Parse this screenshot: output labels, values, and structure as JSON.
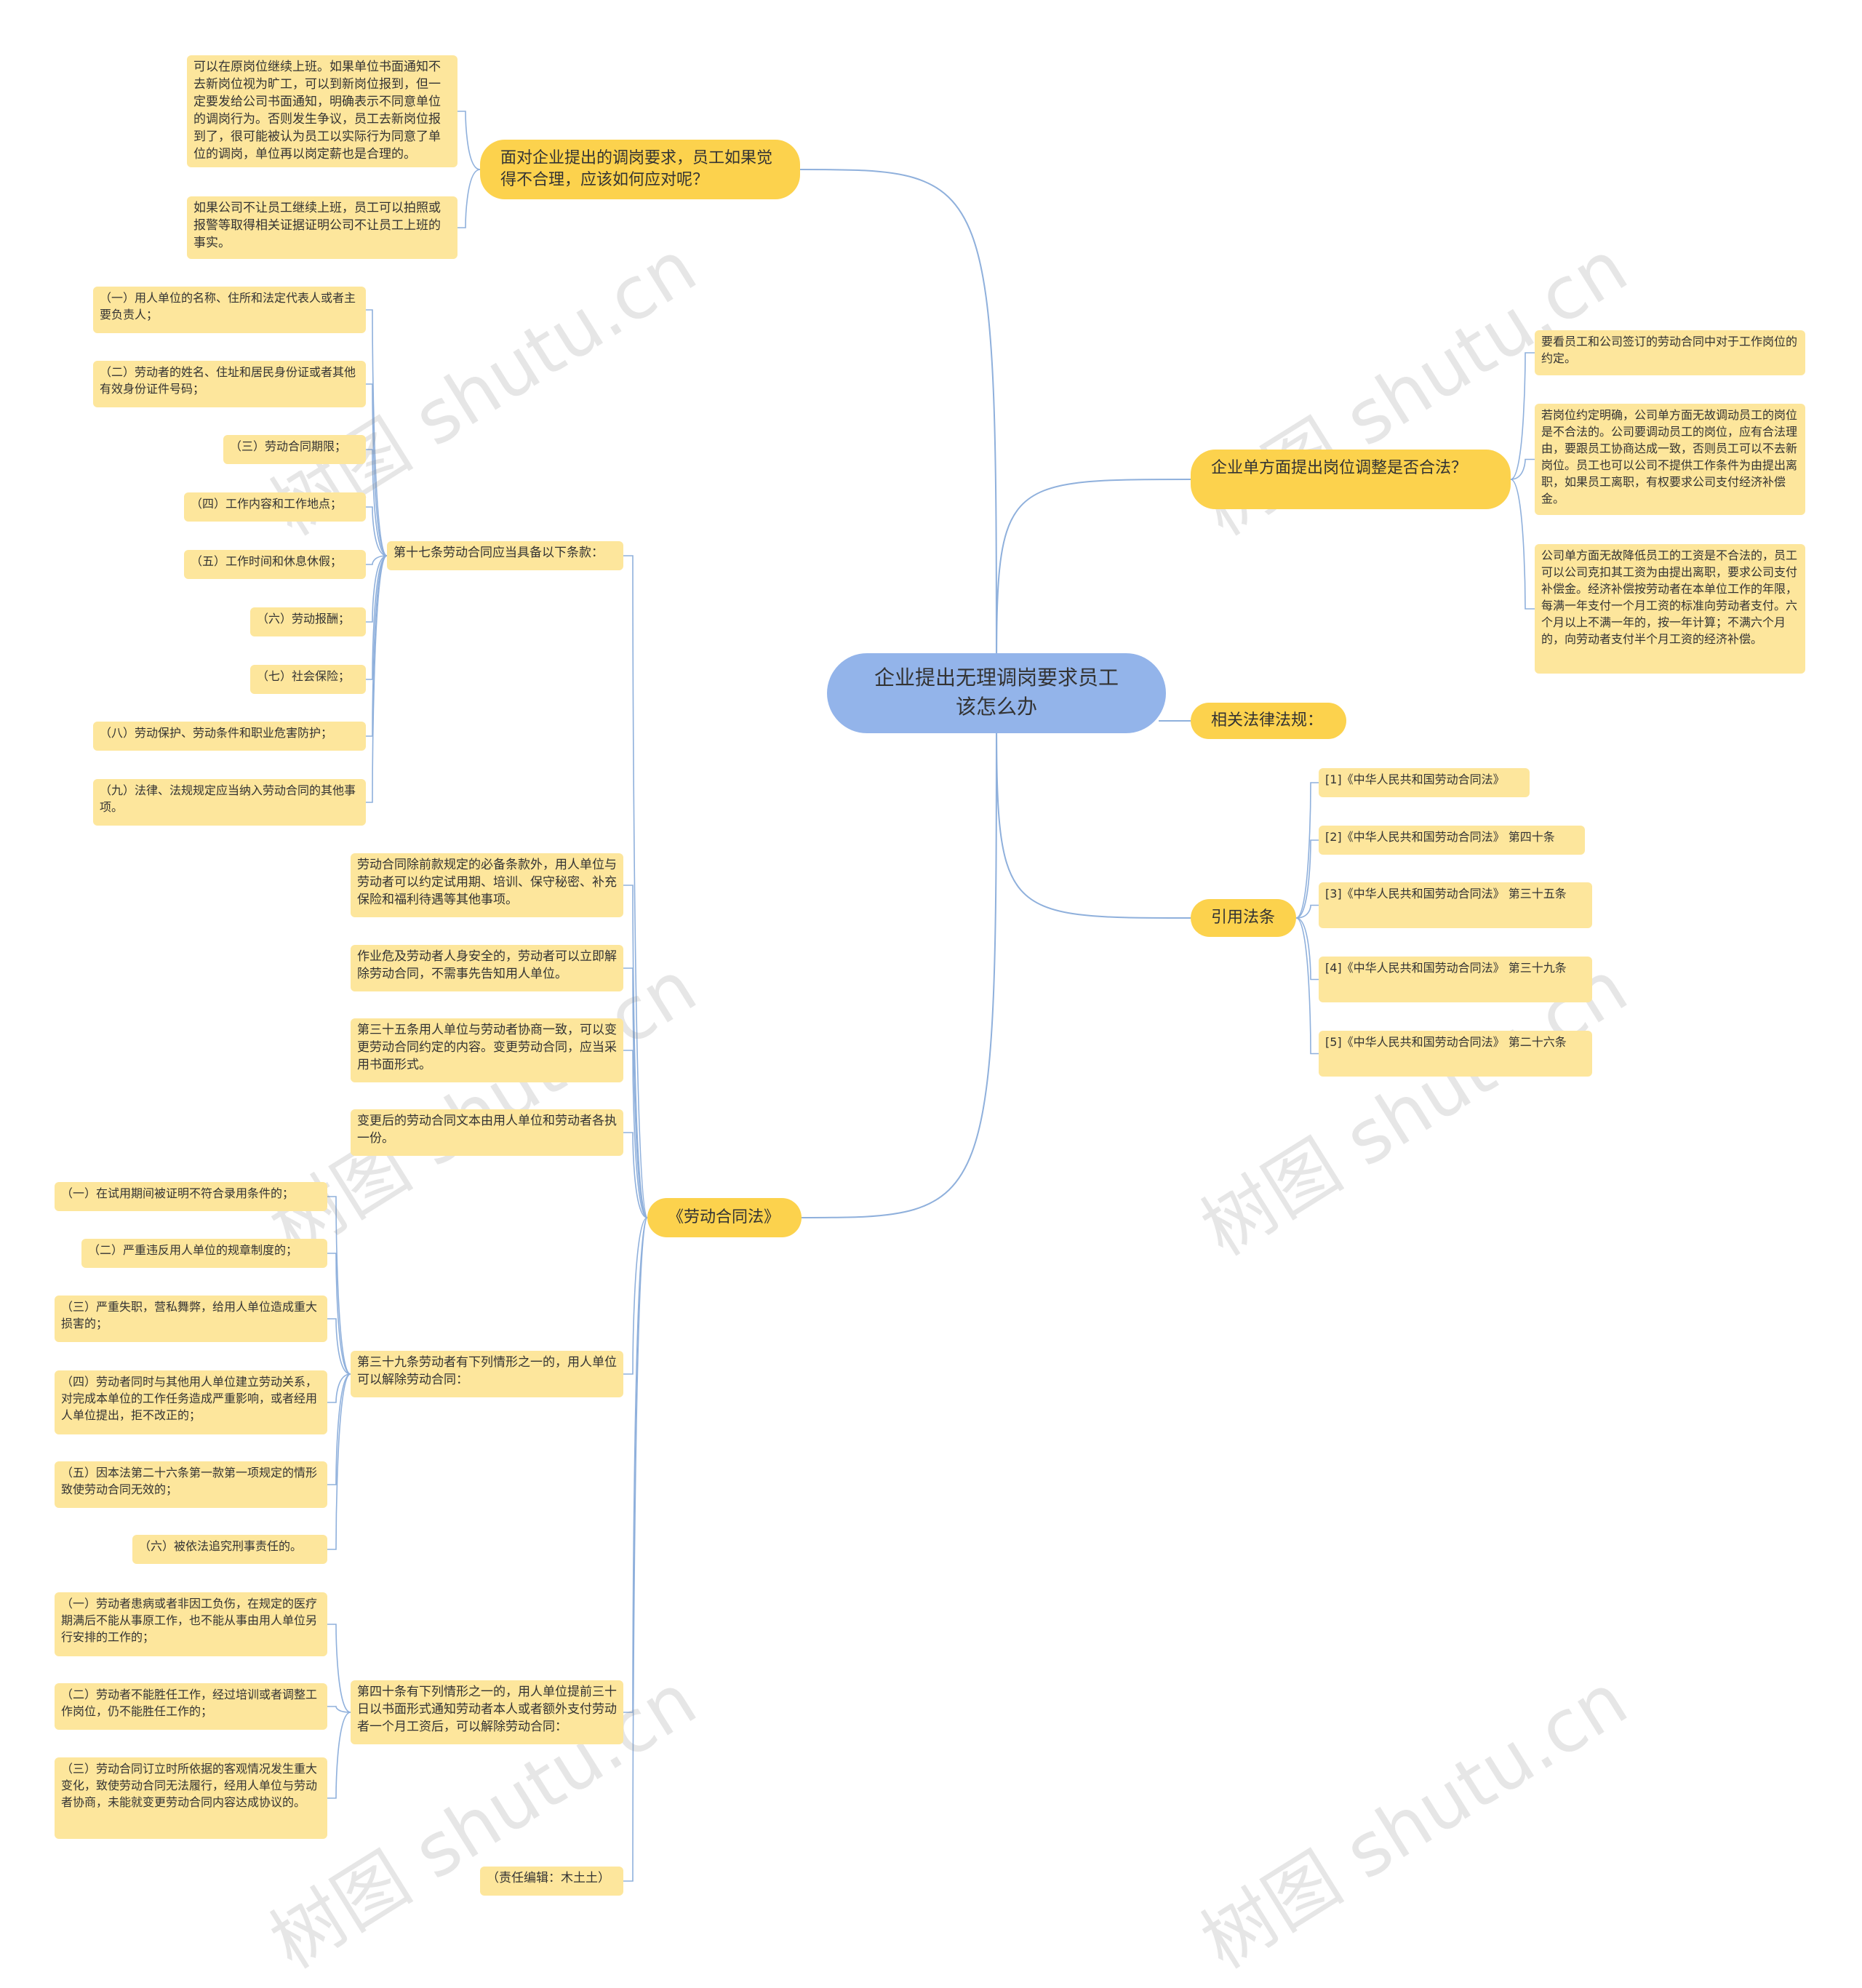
{
  "root": {
    "text": "企业提出无理调岗要求员工该怎么办"
  },
  "branches": {
    "how_to_respond": {
      "title": "面对企业提出的调岗要求，员工如果觉得不合理，应该如何应对呢？",
      "items": [
        "可以在原岗位继续上班。如果单位书面通知不去新岗位视为旷工，可以到新岗位报到，但一定要发给公司书面通知，明确表示不同意单位的调岗行为。否则发生争议，员工去新岗位报到了，很可能被认为员工以实际行为同意了单位的调岗，单位再以岗定薪也是合理的。",
        "如果公司不让员工继续上班，员工可以拍照或报警等取得相关证据证明公司不让员工上班的事实。"
      ]
    },
    "is_legal": {
      "title": "企业单方面提出岗位调整是否合法？",
      "items": [
        "要看员工和公司签订的劳动合同中对于工作岗位的约定。",
        "若岗位约定明确，公司单方面无故调动员工的岗位是不合法的。公司要调动员工的岗位，应有合法理由，要跟员工协商达成一致，否则员工可以不去新岗位。员工也可以公司不提供工作条件为由提出离职，如果员工离职，有权要求公司支付经济补偿金。",
        "公司单方面无故降低员工的工资是不合法的，员工可以公司克扣其工资为由提出离职，要求公司支付补偿金。经济补偿按劳动者在本单位工作的年限，每满一年支付一个月工资的标准向劳动者支付。六个月以上不满一年的，按一年计算；不满六个月的，向劳动者支付半个月工资的经济补偿。"
      ]
    },
    "related_laws": {
      "title": "相关法律法规："
    },
    "cited": {
      "title": "引用法条",
      "items": [
        "[1]《中华人民共和国劳动合同法》",
        "[2]《中华人民共和国劳动合同法》 第四十条",
        "[3]《中华人民共和国劳动合同法》 第三十五条",
        "[4]《中华人民共和国劳动合同法》 第三十九条",
        "[5]《中华人民共和国劳动合同法》 第二十六条"
      ]
    },
    "labor_law": {
      "title": "《劳动合同法》",
      "article17": {
        "text": "第十七条劳动合同应当具备以下条款：",
        "items": [
          "（一）用人单位的名称、住所和法定代表人或者主要负责人；",
          "（二）劳动者的姓名、住址和居民身份证或者其他有效身份证件号码；",
          "（三）劳动合同期限；",
          "（四）工作内容和工作地点；",
          "（五）工作时间和休息休假；",
          "（六）劳动报酬；",
          "（七）社会保险；",
          "（八）劳动保护、劳动条件和职业危害防护；",
          "（九）法律、法规规定应当纳入劳动合同的其他事项。"
        ]
      },
      "paragraphs": [
        "劳动合同除前款规定的必备条款外，用人单位与劳动者可以约定试用期、培训、保守秘密、补充保险和福利待遇等其他事项。",
        "作业危及劳动者人身安全的，劳动者可以立即解除劳动合同，不需事先告知用人单位。",
        "第三十五条用人单位与劳动者协商一致，可以变更劳动合同约定的内容。变更劳动合同，应当采用书面形式。",
        "变更后的劳动合同文本由用人单位和劳动者各执一份。"
      ],
      "article39": {
        "text": "第三十九条劳动者有下列情形之一的，用人单位可以解除劳动合同：",
        "items": [
          "（一）在试用期间被证明不符合录用条件的；",
          "（二）严重违反用人单位的规章制度的；",
          "（三）严重失职，营私舞弊，给用人单位造成重大损害的；",
          "（四）劳动者同时与其他用人单位建立劳动关系，对完成本单位的工作任务造成严重影响，或者经用人单位提出，拒不改正的；",
          "（五）因本法第二十六条第一款第一项规定的情形致使劳动合同无效的；",
          "（六）被依法追究刑事责任的。"
        ]
      },
      "article40": {
        "text": "第四十条有下列情形之一的，用人单位提前三十日以书面形式通知劳动者本人或者额外支付劳动者一个月工资后，可以解除劳动合同：",
        "items": [
          "（一）劳动者患病或者非因工负伤，在规定的医疗期满后不能从事原工作，也不能从事由用人单位另行安排的工作的；",
          "（二）劳动者不能胜任工作，经过培训或者调整工作岗位，仍不能胜任工作的；",
          "（三）劳动合同订立时所依据的客观情况发生重大变化，致使劳动合同无法履行，经用人单位与劳动者协商，未能就变更劳动合同内容达成协议的。"
        ]
      },
      "editor": "（责任编辑：木土土）"
    }
  },
  "watermark": "树图 shutu.cn",
  "colors": {
    "root": "#93b4ea",
    "branch": "#fcd24d",
    "leaf": "#fde69c",
    "edge": "#8fb0dc"
  }
}
